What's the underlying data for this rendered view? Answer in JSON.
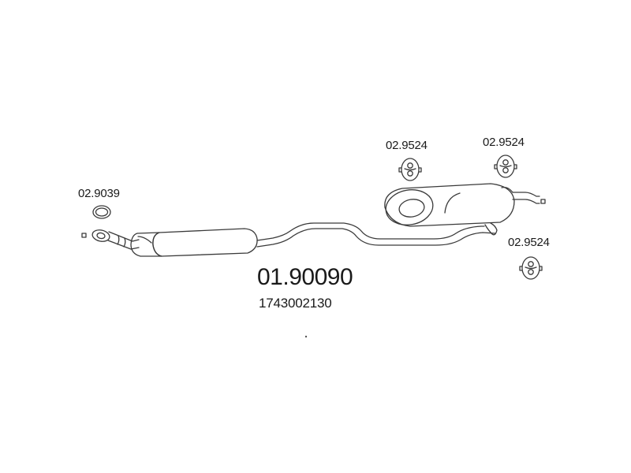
{
  "diagram": {
    "main_part_number": "01.90090",
    "oe_number": "1743002130",
    "parts": [
      {
        "id": "seal-ring",
        "number": "02.9039",
        "icon": "ring-icon"
      },
      {
        "id": "rubber-hanger-top-left",
        "number": "02.9524",
        "icon": "rubber-hanger-icon"
      },
      {
        "id": "rubber-hanger-top-right",
        "number": "02.9524",
        "icon": "rubber-hanger-icon"
      },
      {
        "id": "rubber-hanger-right",
        "number": "02.9524",
        "icon": "rubber-hanger-icon"
      }
    ],
    "colors": {
      "stroke": "#3a3a3a",
      "background": "#ffffff",
      "text": "#1a1a1a"
    }
  }
}
